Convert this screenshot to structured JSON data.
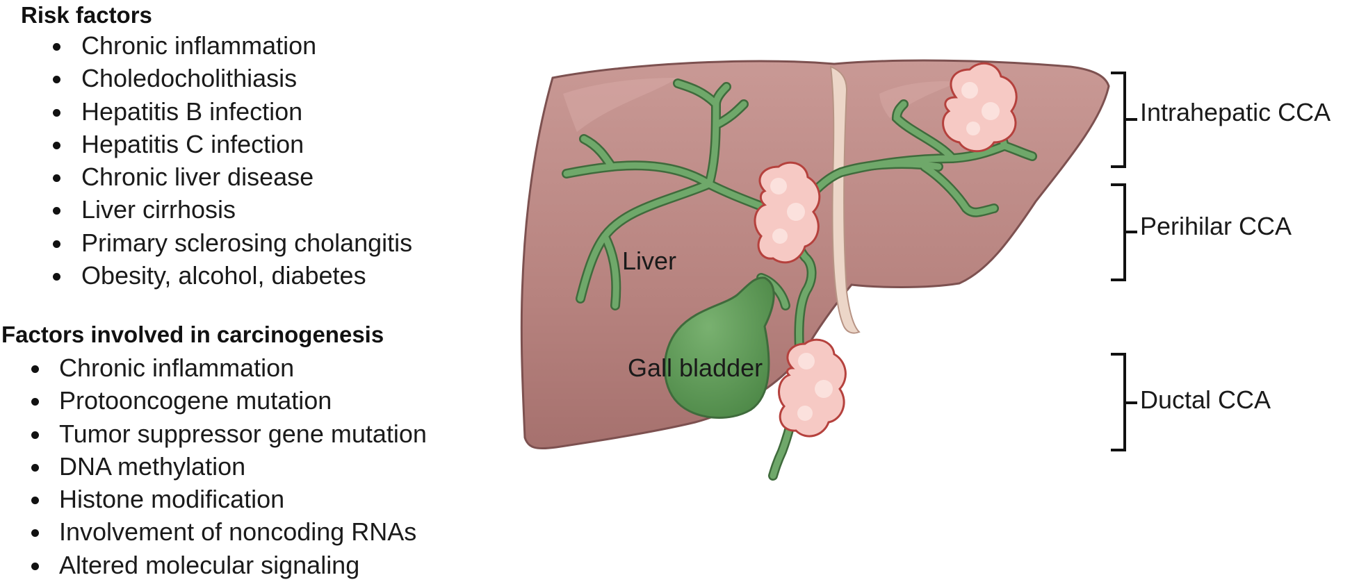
{
  "risk_factors": {
    "heading": "Risk factors",
    "items": [
      "Chronic inflammation",
      "Choledocholithiasis",
      "Hepatitis B infection",
      "Hepatitis C infection",
      "Chronic liver disease",
      "Liver cirrhosis",
      "Primary sclerosing cholangitis",
      "Obesity, alcohol, diabetes"
    ]
  },
  "carcinogenesis_factors": {
    "heading": "Factors involved in carcinogenesis",
    "items": [
      "Chronic inflammation",
      "Protooncogene mutation",
      "Tumor suppressor gene mutation",
      "DNA methylation",
      "Histone modification",
      "Involvement of noncoding RNAs",
      "Altered molecular signaling"
    ]
  },
  "diagram": {
    "labels": {
      "liver": "Liver",
      "gall_bladder": "Gall bladder"
    },
    "cca_types": {
      "intrahepatic": "Intrahepatic CCA",
      "perihilar": "Perihilar CCA",
      "ductal": "Ductal CCA"
    },
    "colors": {
      "liver": "#b98683",
      "liver_outline": "#7d5150",
      "bile_duct": "#6fa86a",
      "bile_duct_outline": "#3f6b3c",
      "gallbladder": "#5f9a58",
      "tumor": "#f6c9c4",
      "tumor_outline": "#b5413d",
      "ligament": "#ecd6c8"
    }
  }
}
